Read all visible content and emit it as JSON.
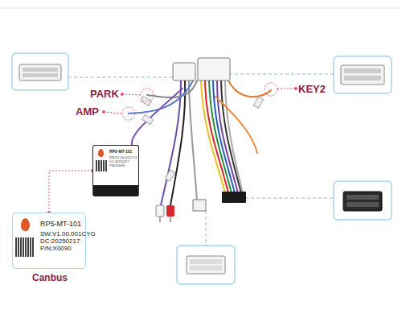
{
  "diagram": {
    "nodes": [
      {
        "text": [
          "RP5-MT-101",
          "SW:V1.00.001CYG",
          "DC:20250217",
          "P/N:X0090"
        ]
      },
      {
        "text": [
          "RP5-MT-101",
          "SW:V1.00.001CYG",
          "DC:20250217",
          "P/N:X0090",
          "Canbus"
        ]
      }
    ],
    "edges": [
      {
        "from": 0,
        "to": 1,
        "arrow": "none"
      }
    ],
    "labels": [
      "PARK",
      "AMP",
      "KEY2"
    ]
  }
}
